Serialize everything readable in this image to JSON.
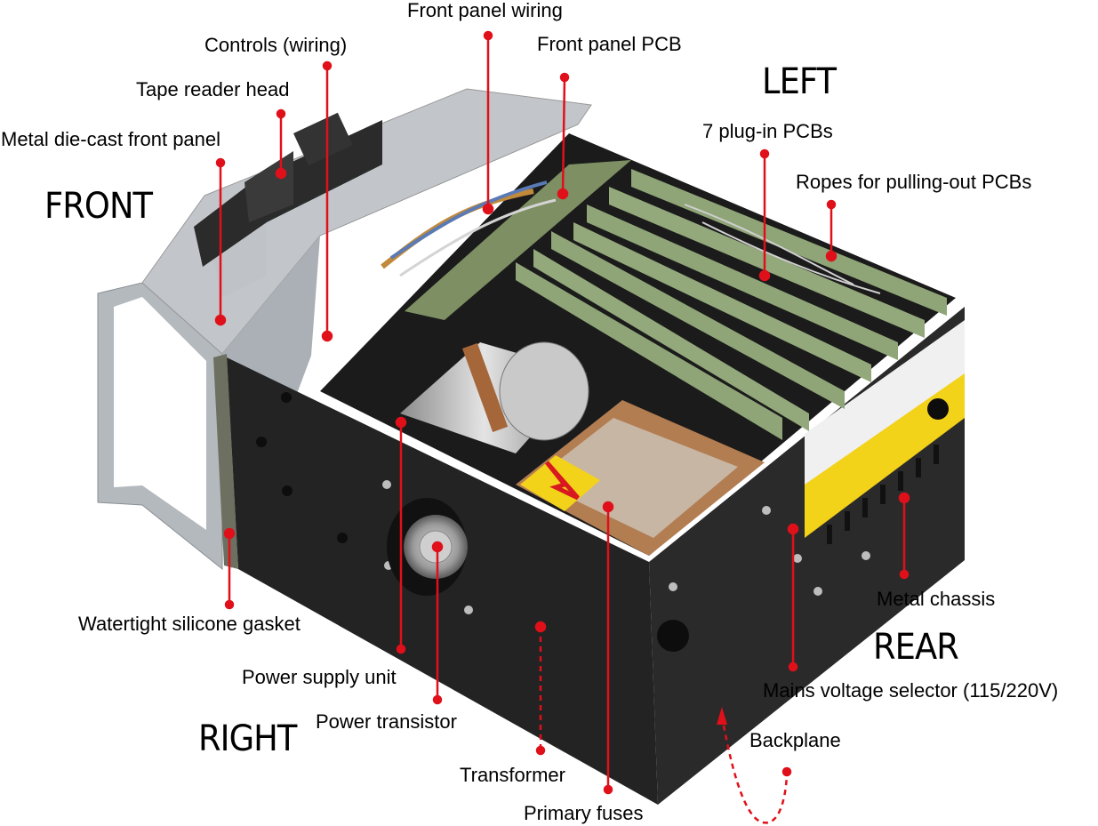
{
  "labels": {
    "front_panel_wiring": "Front panel wiring",
    "front_panel_pcb": "Front panel PCB",
    "controls_wiring": "Controls (wiring)",
    "tape_reader_head": "Tape reader head",
    "metal_front_panel": "Metal die-cast front panel",
    "plug_in_pcbs": "7 plug-in PCBs",
    "ropes": "Ropes for pulling-out PCBs",
    "gasket": "Watertight silicone gasket",
    "power_supply": "Power supply unit",
    "power_transistor": "Power transistor",
    "transformer": "Transformer",
    "primary_fuses": "Primary fuses",
    "metal_chassis": "Metal chassis",
    "mains_selector": "Mains voltage selector (115/220V)",
    "backplane": "Backplane"
  },
  "sides": {
    "front": "FRONT",
    "left": "LEFT",
    "right": "RIGHT",
    "rear": "REAR"
  },
  "colors": {
    "leader": "#e0101a",
    "chassis": "#1e1e1e",
    "panel": "#b9bec3",
    "pcb": "#8fa577",
    "warning": "#f3d21a"
  }
}
